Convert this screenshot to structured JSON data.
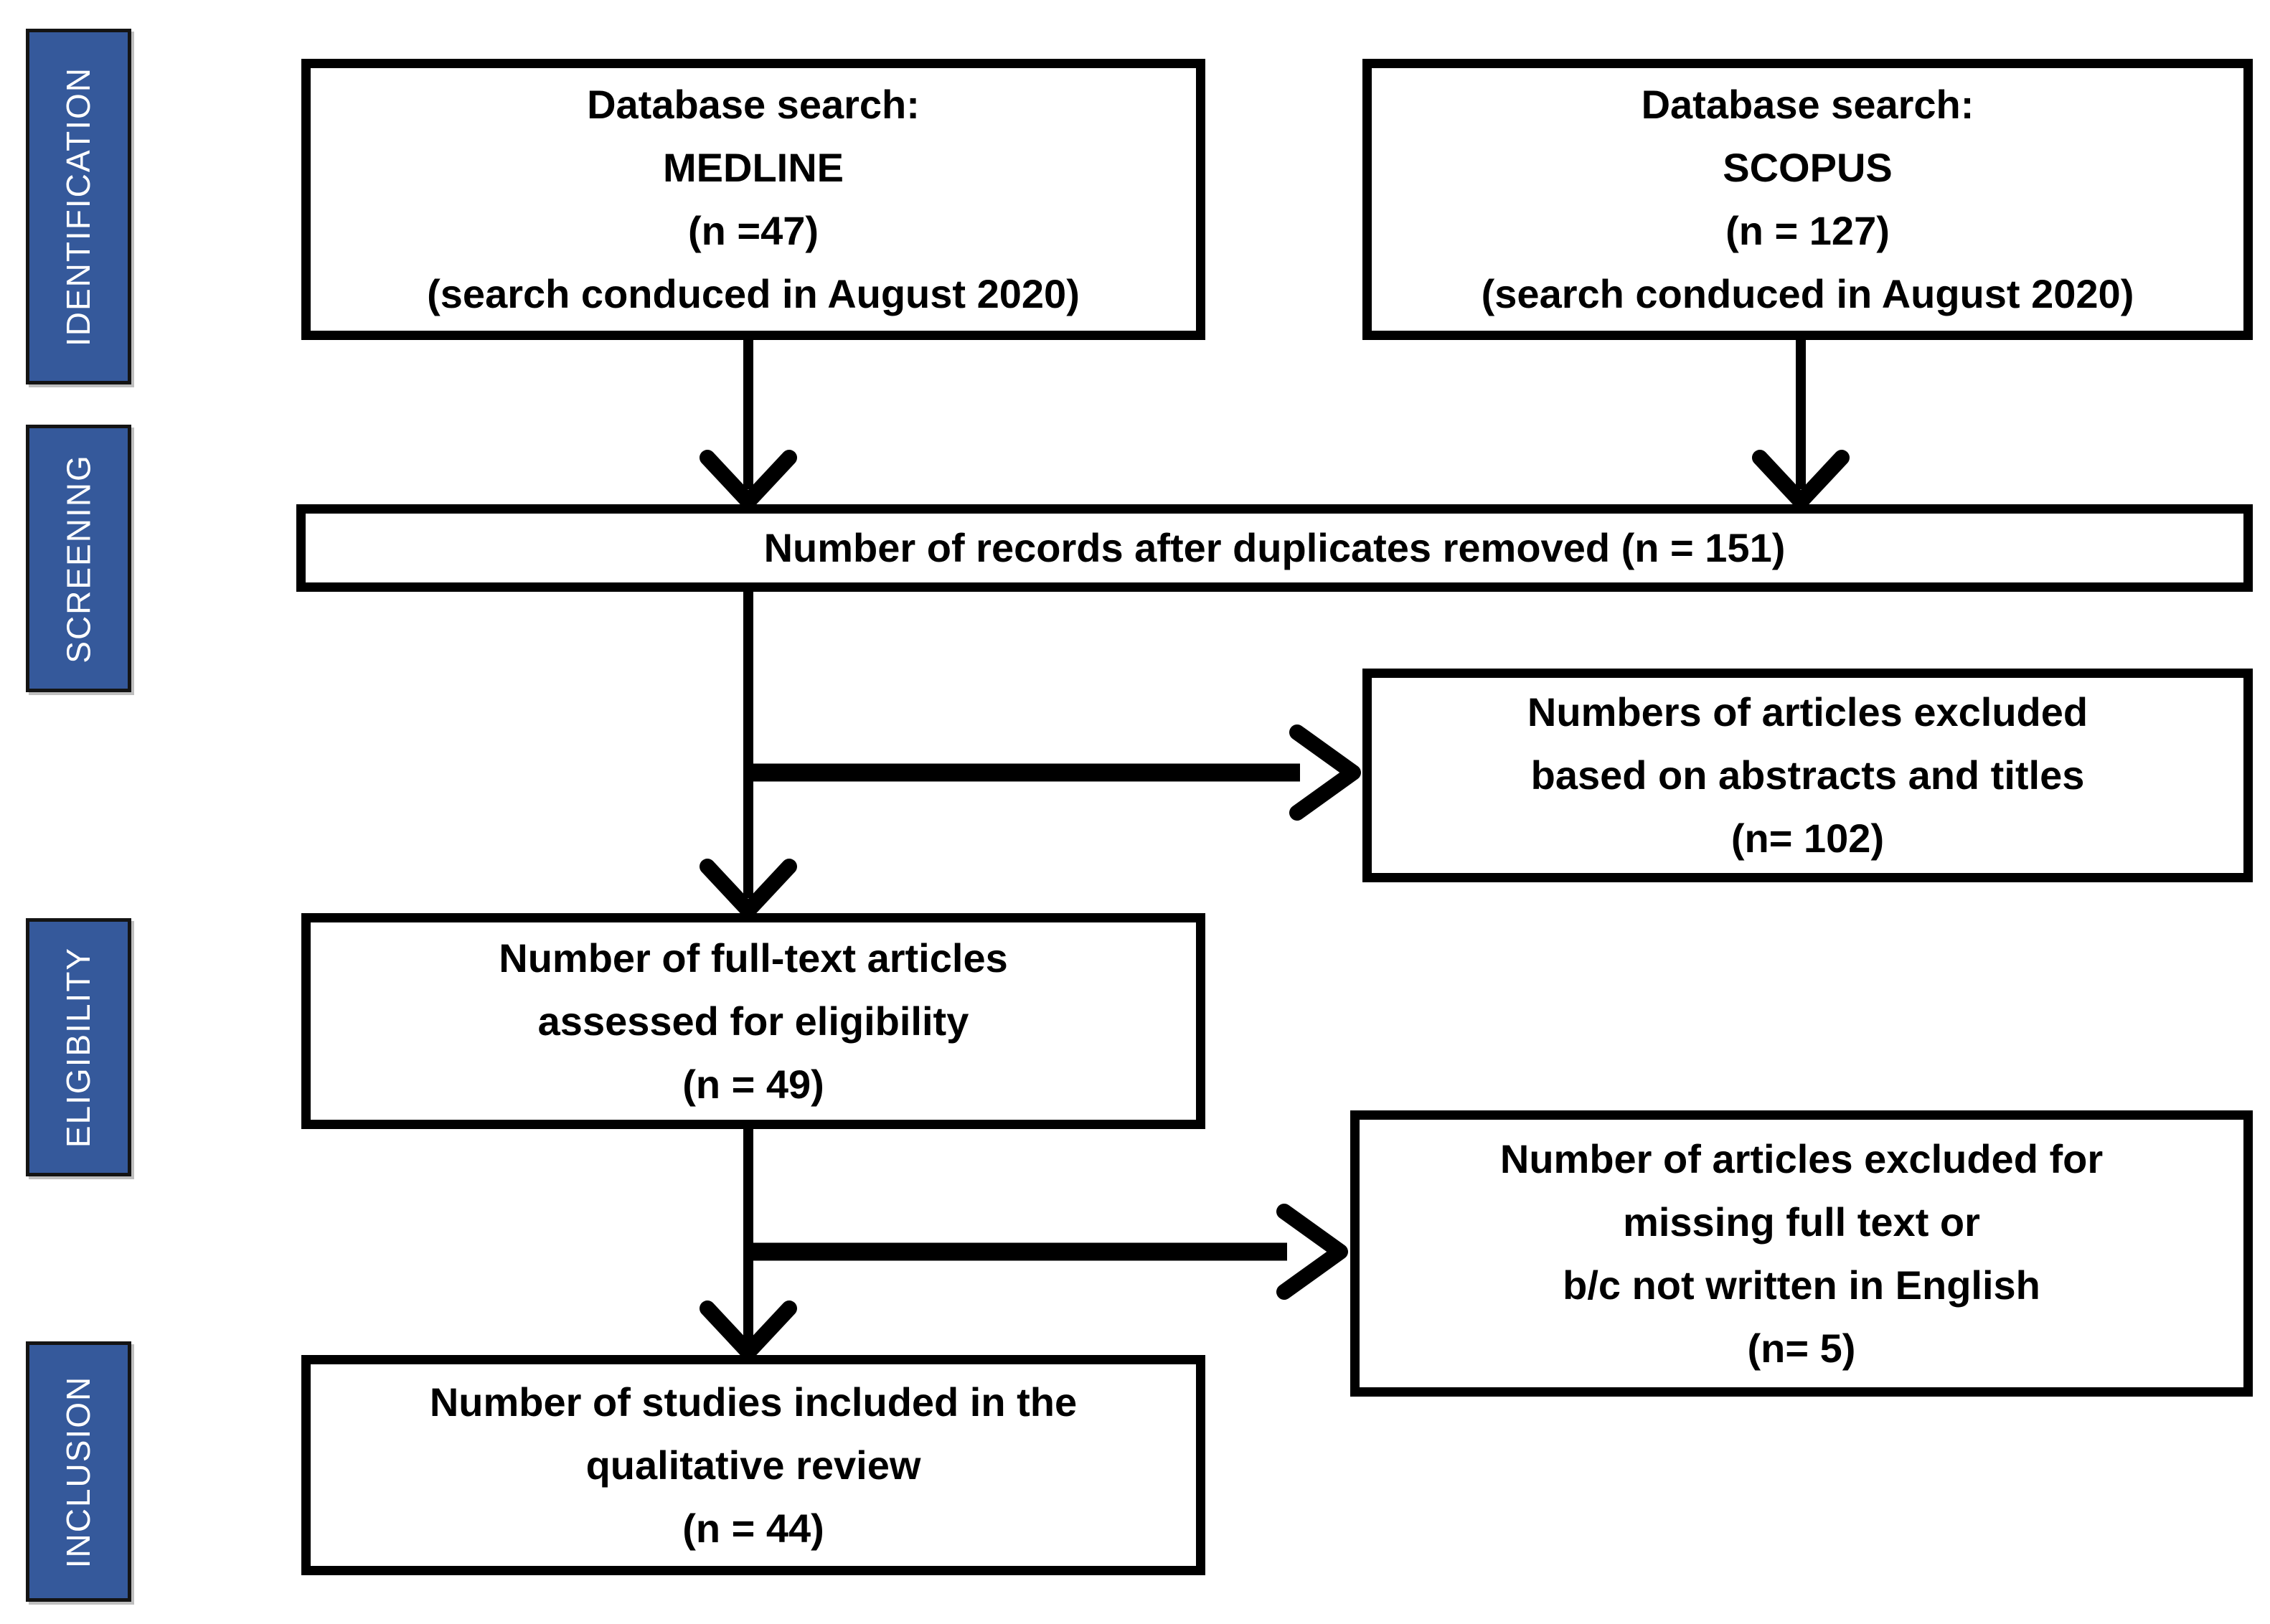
{
  "diagram": {
    "type": "prisma-flowchart",
    "stages": [
      {
        "id": "identification",
        "label": "IDENTIFICATION"
      },
      {
        "id": "screening",
        "label": "SCREENING"
      },
      {
        "id": "eligibility",
        "label": "ELIGIBILITY"
      },
      {
        "id": "inclusion",
        "label": "INCLUSION"
      }
    ],
    "boxes": {
      "medline": {
        "lines": [
          "Database search:",
          "MEDLINE",
          "(n =47)",
          "(search conduced in August 2020)"
        ]
      },
      "scopus": {
        "lines": [
          "Database search:",
          "SCOPUS",
          "(n = 127)",
          "(search conduced in August 2020)"
        ]
      },
      "duplicates": {
        "lines": [
          "Number of records after duplicates removed (n = 151)"
        ]
      },
      "excluded_abstracts": {
        "lines": [
          "Numbers of articles excluded",
          "based on abstracts and titles",
          "(n= 102)"
        ]
      },
      "fulltext": {
        "lines": [
          "Number of full-text articles",
          "assessed for eligibility",
          "(n = 49)"
        ]
      },
      "excluded_fulltext": {
        "lines": [
          "Number of articles excluded for",
          "missing full text or",
          "b/c not written in English",
          "(n= 5)"
        ]
      },
      "included": {
        "lines": [
          "Number of studies included in the",
          "qualitative review",
          "(n = 44)"
        ]
      }
    },
    "counts": {
      "medline": 47,
      "scopus": 127,
      "after_duplicates_removed": 151,
      "excluded_abstracts_titles": 102,
      "fulltext_assessed": 49,
      "excluded_missing_fulltext_or_language": 5,
      "included_qualitative_review": 44
    },
    "colors": {
      "stage_fill": "#35599B",
      "stage_text": "#ffffff",
      "box_fill": "#ffffff",
      "box_border": "#000000",
      "arrow": "#000000",
      "background": "#ffffff"
    }
  }
}
